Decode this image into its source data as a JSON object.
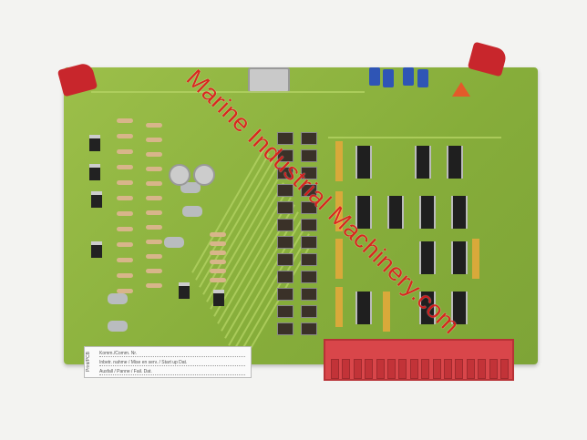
{
  "watermark": "Marine Industrial Machinery.com",
  "label": {
    "side_text": "Print/PCB",
    "line1": "Komm./Comm. Nr.",
    "line2": "Inbetr. nahme / Mise en serv. / Start up Dat.",
    "line3": "Ausfall / Panne / Fail. Dat."
  },
  "colors": {
    "board": "#86ad3a",
    "ejector": "#c8262c",
    "watermark": "#e01a1a"
  }
}
